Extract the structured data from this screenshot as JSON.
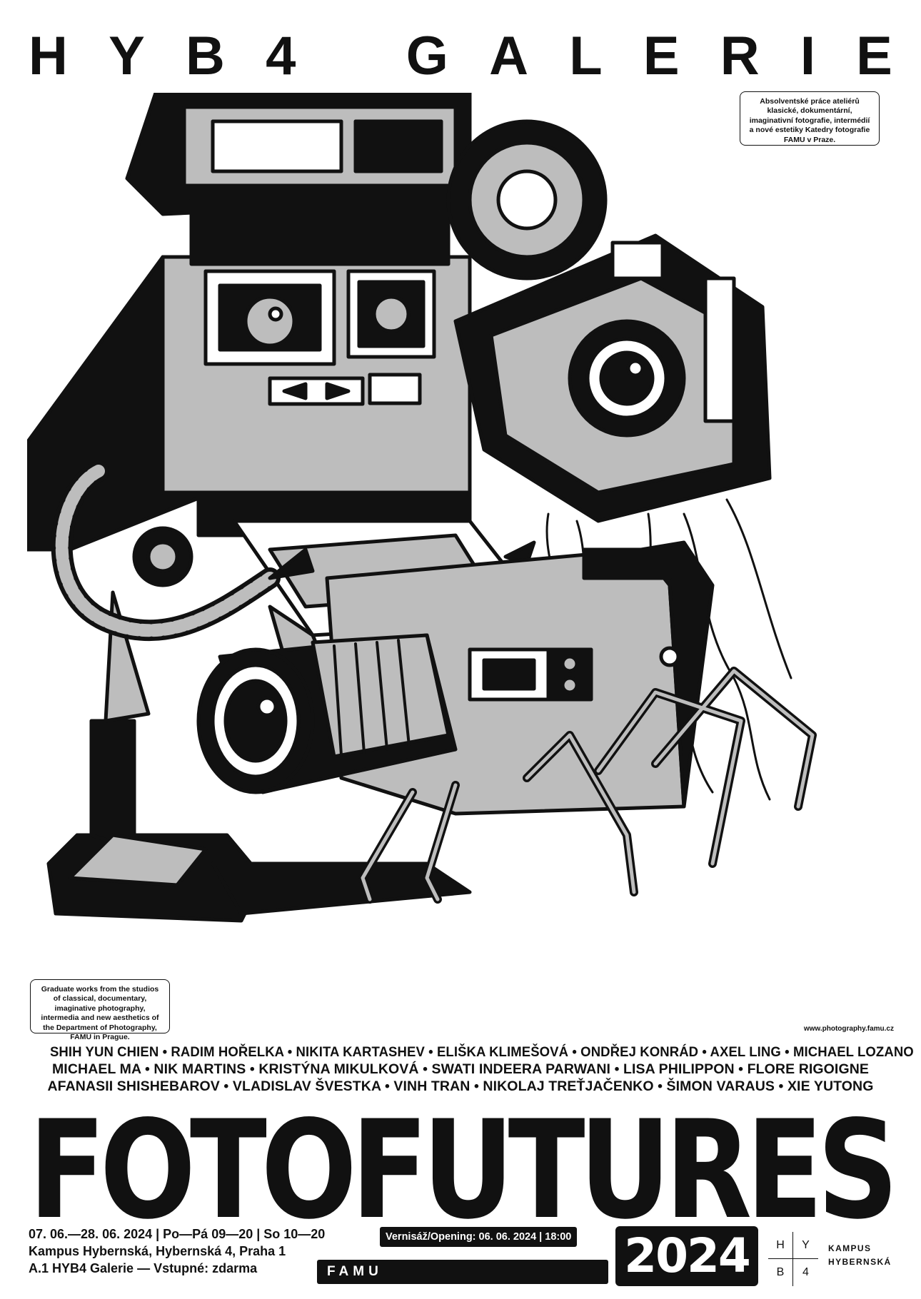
{
  "header": {
    "title_letters": [
      "H",
      "Y",
      "B",
      "4",
      " ",
      "G",
      "A",
      "L",
      "E",
      "R",
      "I",
      "E"
    ],
    "title": "HYB4 GALERIE"
  },
  "info_cz": "Absolventské práce ateliérů klasické, dokumentární, imaginativní fotografie, intermédií a nové estetiky Katedry fotografie FAMU v Praze.",
  "info_en": "Graduate works from the studios of classical, documentary, imaginative photography, intermedia and new aesthetics of the Department of Photography, FAMU in Prague.",
  "website": "www.photography.famu.cz",
  "artists": {
    "line1": "SHIH YUN CHIEN • RADIM HOŘELKA • NIKITA KARTASHEV • ELIŠKA KLIMEŠOVÁ • ONDŘEJ KONRÁD • AXEL LING • MICHAEL LOZANO",
    "line2": "MICHAEL MA • NIK MARTINS • KRISTÝNA MIKULKOVÁ • SWATI INDEERA PARWANI • LISA PHILIPPON • FLORE RIGOIGNE",
    "line3": "AFANASII SHISHEBAROV • VLADISLAV ŠVESTKA • VINH TRAN • NIKOLAJ TREŤJAČENKO • ŠIMON VARAUS • XIE YUTONG"
  },
  "main_title": "FOTOFUTURES",
  "footer": {
    "dates": "07. 06.—28. 06. 2024  | Po—Pá  09—20 | So 10—20",
    "address": "Kampus Hybernská, Hybernská 4, Praha 1",
    "gallery": "A.1 HYB4 Galerie — Vstupné: zdarma",
    "opening": "Vernisáž/Opening: 06. 06. 2024 | 18:00",
    "famu": "FAMU",
    "year": "2024",
    "hyb4": [
      "H",
      "Y",
      "B",
      "4"
    ],
    "kampus_1": "KAMPUS",
    "kampus_2": "HYBERNSKÁ"
  },
  "colors": {
    "ink": "#111111",
    "gray": "#bdbdbd",
    "paper": "#ffffff"
  },
  "illustration": {
    "subjects": [
      "instant-camera-robot",
      "flying-box-camera",
      "spider-video-camera"
    ],
    "button_icons": [
      "arrow-left-icon",
      "arrow-right-icon"
    ]
  }
}
